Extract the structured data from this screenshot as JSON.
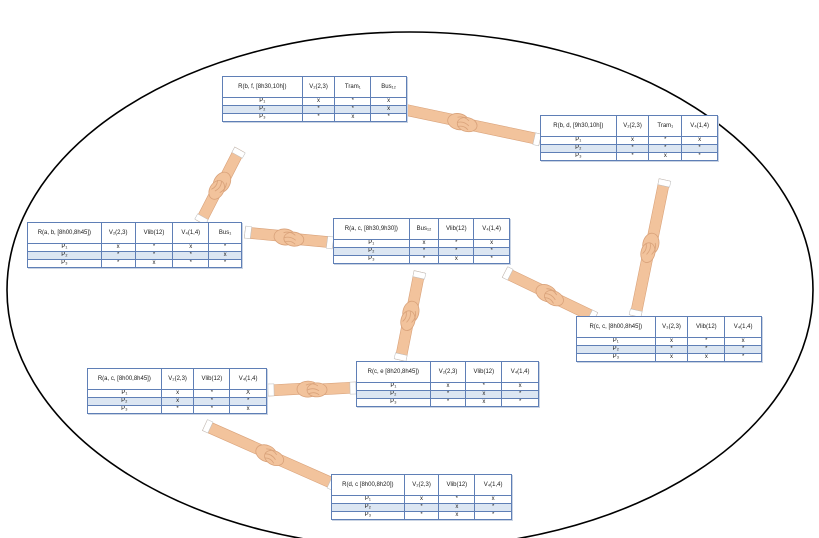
{
  "tables": [
    {
      "id": "t1",
      "header": [
        "R(b, f, [8h30,10h])",
        "V₂(2,3)",
        "Tram₁",
        "Bus₁₂"
      ],
      "rows": [
        [
          "P₁",
          "x",
          "*",
          "x"
        ],
        [
          "P₂",
          "*",
          "*",
          "x"
        ],
        [
          "P₃",
          "*",
          "x",
          "*"
        ]
      ]
    },
    {
      "id": "t2",
      "header": [
        "R(b, d, [9h30,10h])",
        "V₂(2,3)",
        "Tram₁",
        "V₄(1,4)"
      ],
      "rows": [
        [
          "P₁",
          "x",
          "*",
          "x"
        ],
        [
          "P₂",
          "*",
          "*",
          "*"
        ],
        [
          "P₃",
          "*",
          "x",
          "*"
        ]
      ]
    },
    {
      "id": "t3",
      "header": [
        "R(a, b, [8h00,8h45])",
        "V₂(2,3)",
        "Vlib(12)",
        "V₄(1,4)",
        "Bus₁"
      ],
      "rows": [
        [
          "P₁",
          "x",
          "*",
          "x",
          "*"
        ],
        [
          "P₂",
          "*",
          "*",
          "*",
          "x"
        ],
        [
          "P₃",
          "*",
          "x",
          "*",
          "*"
        ]
      ]
    },
    {
      "id": "t4",
      "header": [
        "R(a, c, [8h30,9h30])",
        "Bus₁₂",
        "Vlib(12)",
        "V₄(1,4)"
      ],
      "rows": [
        [
          "P₁",
          "x",
          "*",
          "x"
        ],
        [
          "P₂",
          "*",
          "*",
          "*"
        ],
        [
          "P₃",
          "*",
          "x",
          "*"
        ]
      ]
    },
    {
      "id": "t5",
      "header": [
        "R(c, c, [8h00,8h45])",
        "V₃(2,3)",
        "Vlib(12)",
        "V₄(1,4)"
      ],
      "rows": [
        [
          "P₁",
          "x",
          "*",
          "x"
        ],
        [
          "P₂",
          "*",
          "*",
          "*"
        ],
        [
          "P₃",
          "x",
          "x",
          "*"
        ]
      ]
    },
    {
      "id": "t6",
      "header": [
        "R(a, c, [8h00,8h45])",
        "V₂(2,3)",
        "Vlib(12)",
        "V₄(1,4)"
      ],
      "rows": [
        [
          "P₁",
          "x",
          "*",
          "X"
        ],
        [
          "P₂",
          "x",
          "*",
          "*"
        ],
        [
          "P₃",
          "*",
          "*",
          "x"
        ]
      ]
    },
    {
      "id": "t7",
      "header": [
        "R(c, e [8h20,8h45])",
        "V₂(2,3)",
        "Vlib(12)",
        "V₄(1,4)"
      ],
      "rows": [
        [
          "P₁",
          "x",
          "*",
          "x"
        ],
        [
          "P₂",
          "*",
          "x",
          "*"
        ],
        [
          "P₃",
          "*",
          "x",
          "*"
        ]
      ]
    },
    {
      "id": "t8",
      "header": [
        "R(d, c [8h00,8h20])",
        "V₂(2,3)",
        "Vlib(12)",
        "V₄(1,4)"
      ],
      "rows": [
        [
          "P₁",
          "x",
          "*",
          "x"
        ],
        [
          "P₂",
          "*",
          "x",
          "*"
        ],
        [
          "P₃",
          "*",
          "x",
          "*"
        ]
      ]
    }
  ],
  "colors": {
    "border": "#5f7fb6",
    "row_fill": "#dce6f2",
    "ellipse": "#000000",
    "skin": "#f2c39c",
    "skin_shadow": "#d9a27a"
  }
}
